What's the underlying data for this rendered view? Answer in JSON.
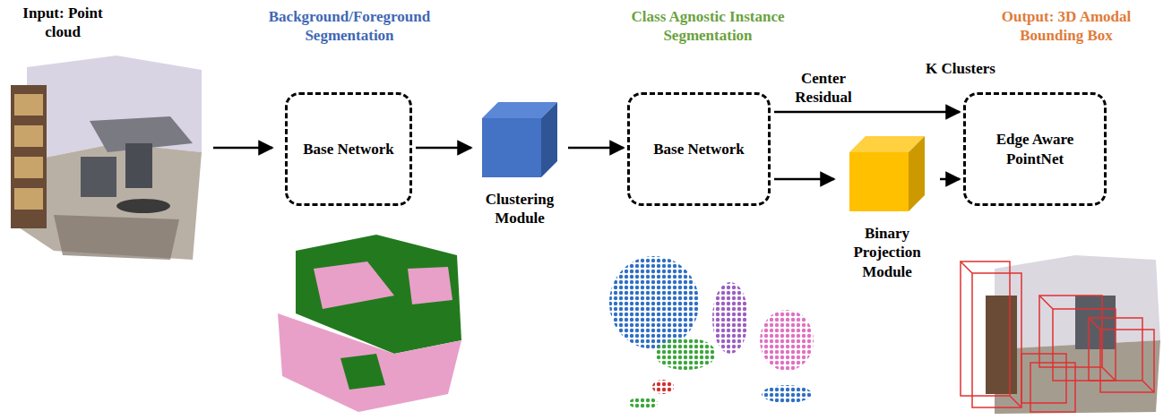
{
  "diagram": {
    "nodes": [
      {
        "text": [
          "Base Network"
        ]
      },
      {
        "text": [
          "Clustering Module"
        ]
      },
      {
        "text": [
          "Base Network"
        ]
      },
      {
        "text": [
          "Binary Projection Module"
        ]
      },
      {
        "text": [
          "Edge Aware PointNet"
        ]
      }
    ],
    "edges": [
      {
        "from": 0,
        "to": 1,
        "arrow": "to"
      },
      {
        "from": 1,
        "to": 2,
        "arrow": "to"
      },
      {
        "from": 2,
        "to": 4,
        "label": "Center Residual",
        "arrow": "to"
      },
      {
        "from": 2,
        "to": 3,
        "arrow": "to"
      },
      {
        "from": 3,
        "to": 4,
        "arrow": "to"
      }
    ],
    "labels": [
      "Input: Point cloud",
      "Background/Foreground Segmentation",
      "Class Agnostic Instance Segmentation",
      "Output: 3D Amodal Bounding Box",
      "K Clusters"
    ]
  }
}
